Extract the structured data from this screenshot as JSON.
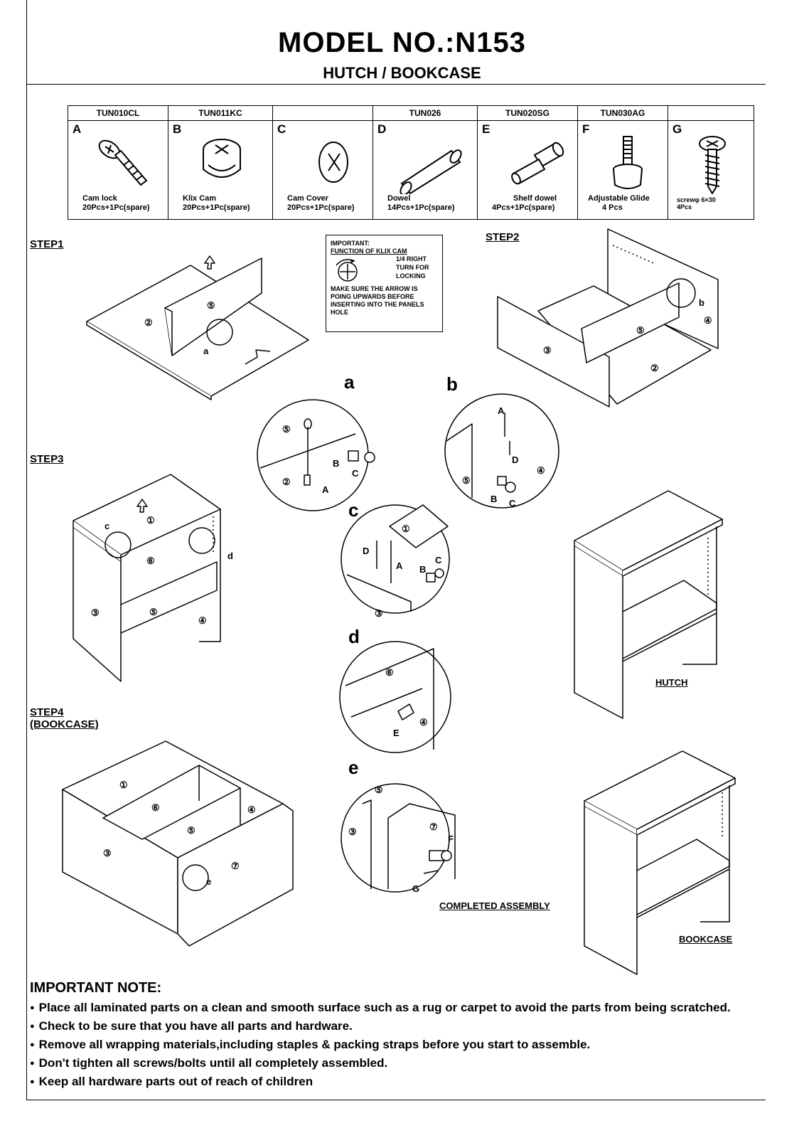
{
  "header": {
    "model": "MODEL NO.:N153",
    "subtitle": "HUTCH / BOOKCASE"
  },
  "parts": [
    {
      "code": "TUN010CL",
      "letter": "A",
      "name": "Cam lock",
      "qty": "20Pcs+1Pc(spare)",
      "icon": "cam-lock-icon"
    },
    {
      "code": "TUN011KC",
      "letter": "B",
      "name": "Klix Cam",
      "qty": "20Pcs+1Pc(spare)",
      "icon": "klix-cam-icon"
    },
    {
      "code": "",
      "letter": "C",
      "name": "Cam Cover",
      "qty": "20Pcs+1Pc(spare)",
      "icon": "cam-cover-icon"
    },
    {
      "code": "TUN026",
      "letter": "D",
      "name": "Dowel",
      "qty": "14Pcs+1Pc(spare)",
      "icon": "dowel-icon"
    },
    {
      "code": "TUN020SG",
      "letter": "E",
      "name": "Shelf dowel",
      "qty": "4Pcs+1Pc(spare)",
      "icon": "shelf-dowel-icon"
    },
    {
      "code": "TUN030AG",
      "letter": "F",
      "name": "Adjustable Glide",
      "qty": "4 Pcs",
      "icon": "adjustable-glide-icon"
    },
    {
      "code": "",
      "letter": "G",
      "name": "screwφ 6×30",
      "qty": "4Pcs",
      "icon": "screw-icon"
    }
  ],
  "info_box": {
    "l1": "IMPORTANT:",
    "l2": "FUNCTION OF KLIX CAM",
    "l3": "1/4 RIGHT",
    "l4": "TURN FOR",
    "l5": "LOCKING",
    "l6": "MAKE SURE THE ARROW IS",
    "l7": "POING UPWARDS BEFORE",
    "l8": "INSERTING INTO THE PANELS",
    "l9": "HOLE"
  },
  "steps": {
    "step1": "STEP1",
    "step2": "STEP2",
    "step3": "STEP3",
    "step4": "STEP4",
    "step4_sub": "(BOOKCASE)"
  },
  "details": {
    "a": "a",
    "b": "b",
    "c": "c",
    "d": "d",
    "e": "e"
  },
  "captions": {
    "hutch": "HUTCH",
    "bookcase": "BOOKCASE",
    "completed": "COMPLETED ASSEMBLY"
  },
  "notes": {
    "title": "IMPORTANT NOTE:",
    "items": [
      "Place all laminated parts on a clean and smooth surface such as a rug or carpet to avoid the parts from being scratched.",
      "Check to be sure that you have all parts and hardware.",
      "Remove all wrapping materials,including staples & packing straps before you start to assemble.",
      "Don't tighten all screws/bolts until  all completely assembled.",
      "Keep all hardware  parts out of reach of children"
    ]
  }
}
